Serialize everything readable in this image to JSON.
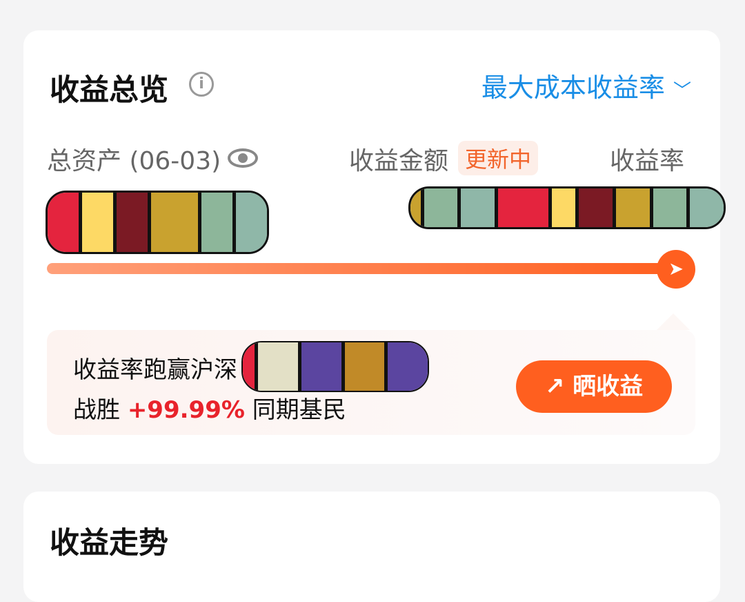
{
  "overview": {
    "title": "收益总览",
    "info_icon": "i",
    "selector": "最大成本收益率",
    "total_assets_label": "总资产 (06-03)",
    "profit_amount_label": "收益金额",
    "updating_badge": "更新中",
    "profit_rate_label": "收益率",
    "progress_percent": 100,
    "beat_text": "收益率跑赢沪深",
    "win_prefix": "战胜",
    "win_percent": "+99.99%",
    "win_suffix": "同期基民",
    "share_button": "晒收益",
    "share_icon": "↗"
  },
  "trend": {
    "title": "收益走势"
  }
}
